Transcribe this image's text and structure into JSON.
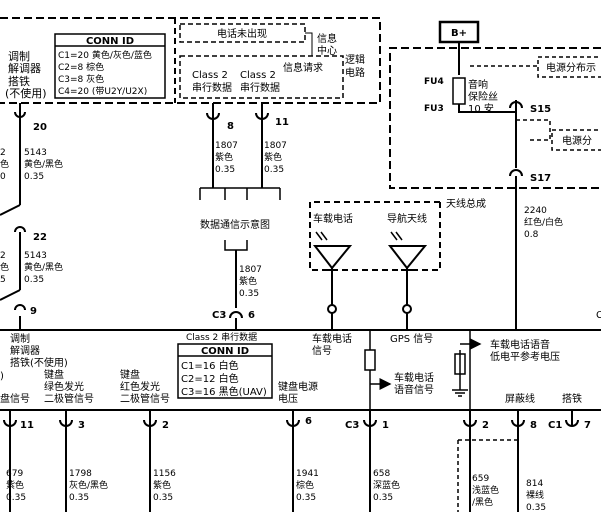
{
  "module_left": {
    "label": [
      "调制",
      "解调器",
      "搭铁",
      "(不使用)"
    ]
  },
  "conn_id_top": {
    "title": "CONN ID",
    "lines": [
      "C1=20 黄色/灰色/蓝色",
      "C2=8 棕色",
      "C3=8 灰色",
      "C4=20 (带U2Y/U2X)"
    ]
  },
  "phone_box": {
    "title": "电话未出现",
    "info_request": "信息请求",
    "class2_a": [
      "Class 2",
      "串行数据"
    ],
    "class2_b": [
      "Class 2",
      "串行数据"
    ]
  },
  "logic_circuit": [
    "信息",
    "中心",
    "逻辑",
    "电路"
  ],
  "pins_top": [
    {
      "pin": "20",
      "wire": "5143",
      "color": "黄色/黑色",
      "size": "0.35"
    },
    {
      "pin": "8",
      "wire": "1807",
      "color": "紫色",
      "size": "0.35"
    },
    {
      "pin": "11",
      "wire": "1807",
      "color": "紫色",
      "size": "0.35"
    }
  ],
  "left_partial": {
    "top": [
      "2",
      "色",
      "0"
    ],
    "mid": [
      "2",
      "色",
      "5"
    ]
  },
  "pin_22": {
    "pin": "22",
    "wire": "5143",
    "color": "黄色/黑色",
    "size": "0.35"
  },
  "pin_9": "9",
  "data_comm": "数据通信示意图",
  "wire_1807b": {
    "wire": "1807",
    "color": "紫色",
    "size": "0.35"
  },
  "c3_pin6": {
    "conn": "C3",
    "pin": "6"
  },
  "bplus": "B+",
  "power_dist": "电源分布示",
  "power_dist2": "电源分",
  "fuse": {
    "fu4": "FU4",
    "fu3": "FU3",
    "label": [
      "音响",
      "保险丝",
      "10 安"
    ]
  },
  "s15": "S15",
  "s17": "S17",
  "wire_2240": {
    "wire": "2240",
    "color": "红色/白色",
    "size": "0.8"
  },
  "antenna_box": {
    "title": "天线总成",
    "phone": "车载电话",
    "nav": "导航天线"
  },
  "middle": {
    "module": [
      "调制",
      "解调器",
      "搭铁(不使用)"
    ],
    "class2": "Class 2 串行数据",
    "phone_signal": [
      "车载电话",
      "信号"
    ],
    "gps": "GPS 信号",
    "phone_voice": [
      "车载电话",
      "语音信号"
    ],
    "phone_voice_ref": [
      "车载电话语音",
      "低电平参考电压"
    ]
  },
  "conn_id_mid": {
    "title": "CONN ID",
    "lines": [
      "C1=16 白色",
      "C2=12 白色",
      "C3=16 黑色(UAV)"
    ]
  },
  "keypad": {
    "green": [
      "键盘",
      "绿色发光",
      "二极管信号"
    ],
    "red": [
      "键盘",
      "红色发光",
      "二极管信号"
    ],
    "power": [
      "键盘电源",
      "电压"
    ],
    "shield": "屏蔽线",
    "ground": "搭铁",
    "left_partial": "盘信号"
  },
  "pins_bottom": [
    {
      "pin": "11",
      "wire": "679",
      "color": "紫色",
      "size": "0.35"
    },
    {
      "pin": "3",
      "wire": "1798",
      "color": "灰色/黑色",
      "size": "0.35"
    },
    {
      "pin": "2",
      "wire": "1156",
      "color": "紫色",
      "size": "0.35"
    },
    {
      "pin": "6",
      "wire": "1941",
      "color": "棕色",
      "size": "0.35"
    },
    {
      "pin": "1",
      "conn": "C3",
      "wire": "658",
      "color": "深蓝色",
      "size": "0.35"
    },
    {
      "pin": "2",
      "wire": "659",
      "color": [
        "浅蓝色",
        "/黑色"
      ],
      "size": ""
    },
    {
      "pin": "8",
      "wire": "814",
      "color": "裸线",
      "size": "0.35"
    },
    {
      "pin": "7",
      "conn": "C1",
      "wire": "",
      "color": "",
      "size": ""
    }
  ],
  "edge_marks": {
    "right_c": "C",
    "left_paren": ")"
  }
}
